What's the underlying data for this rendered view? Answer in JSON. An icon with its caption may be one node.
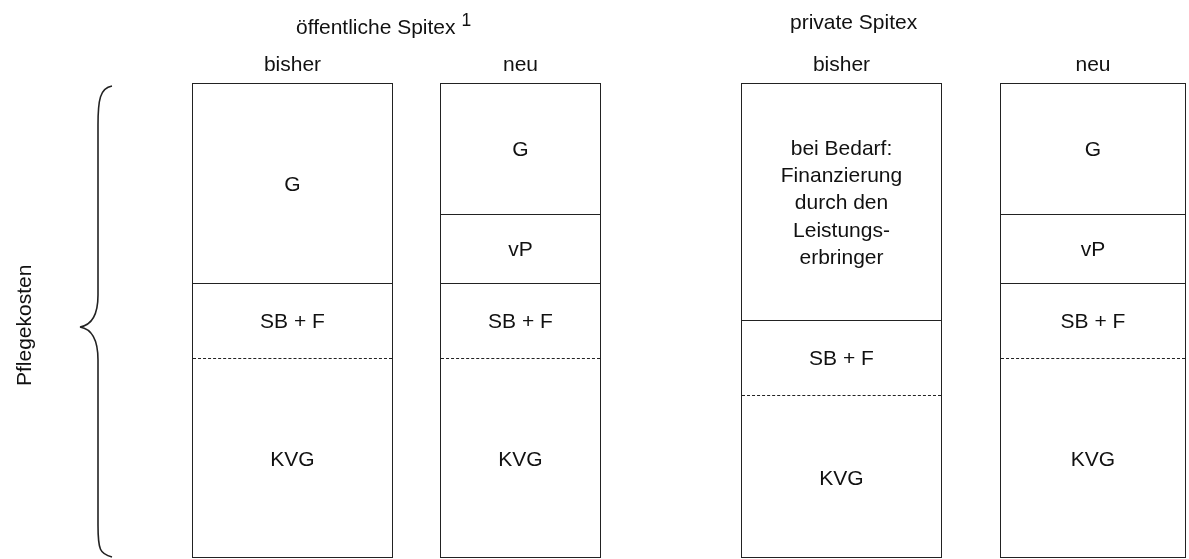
{
  "diagram": {
    "nodes": [
      {
        "text": [
          "bisher"
        ]
      },
      {
        "text": [
          "G"
        ],
        "in": 0
      },
      {
        "text": [
          "SB + F"
        ],
        "in": 0
      },
      {
        "text": [
          "KVG"
        ],
        "in": 0
      },
      {
        "text": [
          "neu"
        ]
      },
      {
        "text": [
          "G"
        ],
        "in": 4
      },
      {
        "text": [
          "vP"
        ],
        "in": 4
      },
      {
        "text": [
          "SB + F"
        ],
        "in": 4
      },
      {
        "text": [
          "KVG"
        ],
        "in": 4
      },
      {
        "text": [
          "bisher"
        ]
      },
      {
        "text": [
          "bei Bedarf: Finanzierung durch den Leistungs- erbringer"
        ],
        "in": 9
      },
      {
        "text": [
          "SB + F"
        ],
        "in": 9
      },
      {
        "text": [
          "KVG"
        ],
        "in": 9
      },
      {
        "text": [
          "neu"
        ]
      },
      {
        "text": [
          "G"
        ],
        "in": 13
      },
      {
        "text": [
          "vP"
        ],
        "in": 13
      },
      {
        "text": [
          "SB + F"
        ],
        "in": 13
      },
      {
        "text": [
          "KVG"
        ],
        "in": 13
      }
    ],
    "labels": [
      "öffentliche Spitex $^{1}$",
      "private Spitex",
      "Pflegekosten"
    ]
  }
}
